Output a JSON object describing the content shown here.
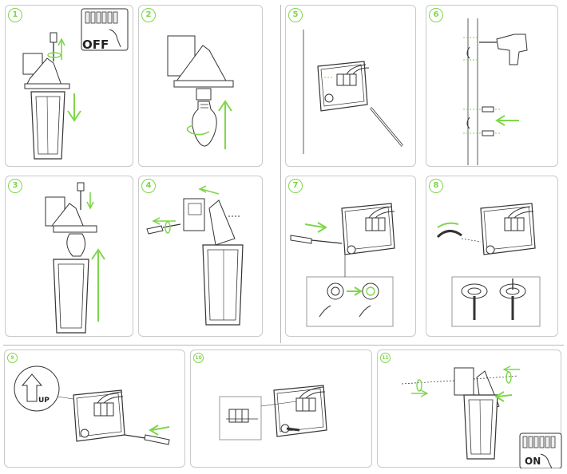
{
  "steps": [
    {
      "number": "1"
    },
    {
      "number": "2"
    },
    {
      "number": "3"
    },
    {
      "number": "4"
    },
    {
      "number": "5"
    },
    {
      "number": "6"
    },
    {
      "number": "7"
    },
    {
      "number": "8"
    },
    {
      "number": "9"
    },
    {
      "number": "10"
    },
    {
      "number": "11"
    }
  ],
  "labels": {
    "off": "OFF",
    "up": "UP",
    "on": "ON"
  },
  "colors": {
    "accent": "#7fd64a",
    "line": "#333333",
    "border": "#c9c9c9"
  }
}
